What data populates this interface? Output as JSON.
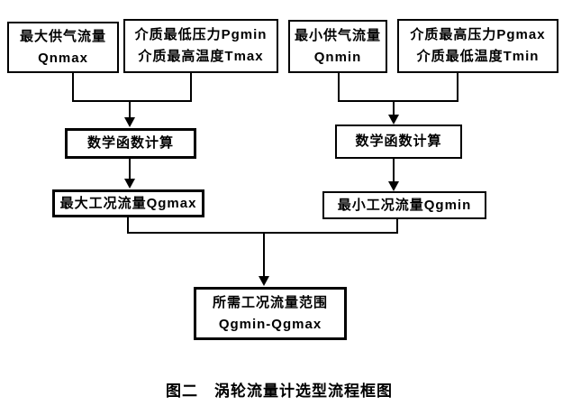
{
  "diagram": {
    "nodes": [
      {
        "id": "qnmax",
        "lines": [
          "最大供气流量",
          "Qnmax"
        ]
      },
      {
        "id": "pgmin-tmax",
        "lines": [
          "介质最低压力Pgmin",
          "介质最高温度Tmax"
        ]
      },
      {
        "id": "qnmin",
        "lines": [
          "最小供气流量",
          "Qnmin"
        ]
      },
      {
        "id": "pgmax-tmin",
        "lines": [
          "介质最高压力Pgmax",
          "介质最低温度Tmin"
        ]
      },
      {
        "id": "calc-left",
        "lines": [
          "数学函数计算"
        ]
      },
      {
        "id": "calc-right",
        "lines": [
          "数学函数计算"
        ]
      },
      {
        "id": "qgmax",
        "lines": [
          "最大工况流量Qgmax"
        ]
      },
      {
        "id": "qgmin",
        "lines": [
          "最小工况流量Qgmin"
        ]
      },
      {
        "id": "flow-range",
        "lines": [
          "所需工况流量范围",
          "Qgmin-Qgmax"
        ]
      }
    ],
    "caption": "图二　涡轮流量计选型流程框图"
  },
  "colors": {
    "line": "#000000",
    "text": "#000000",
    "background": "#ffffff"
  }
}
